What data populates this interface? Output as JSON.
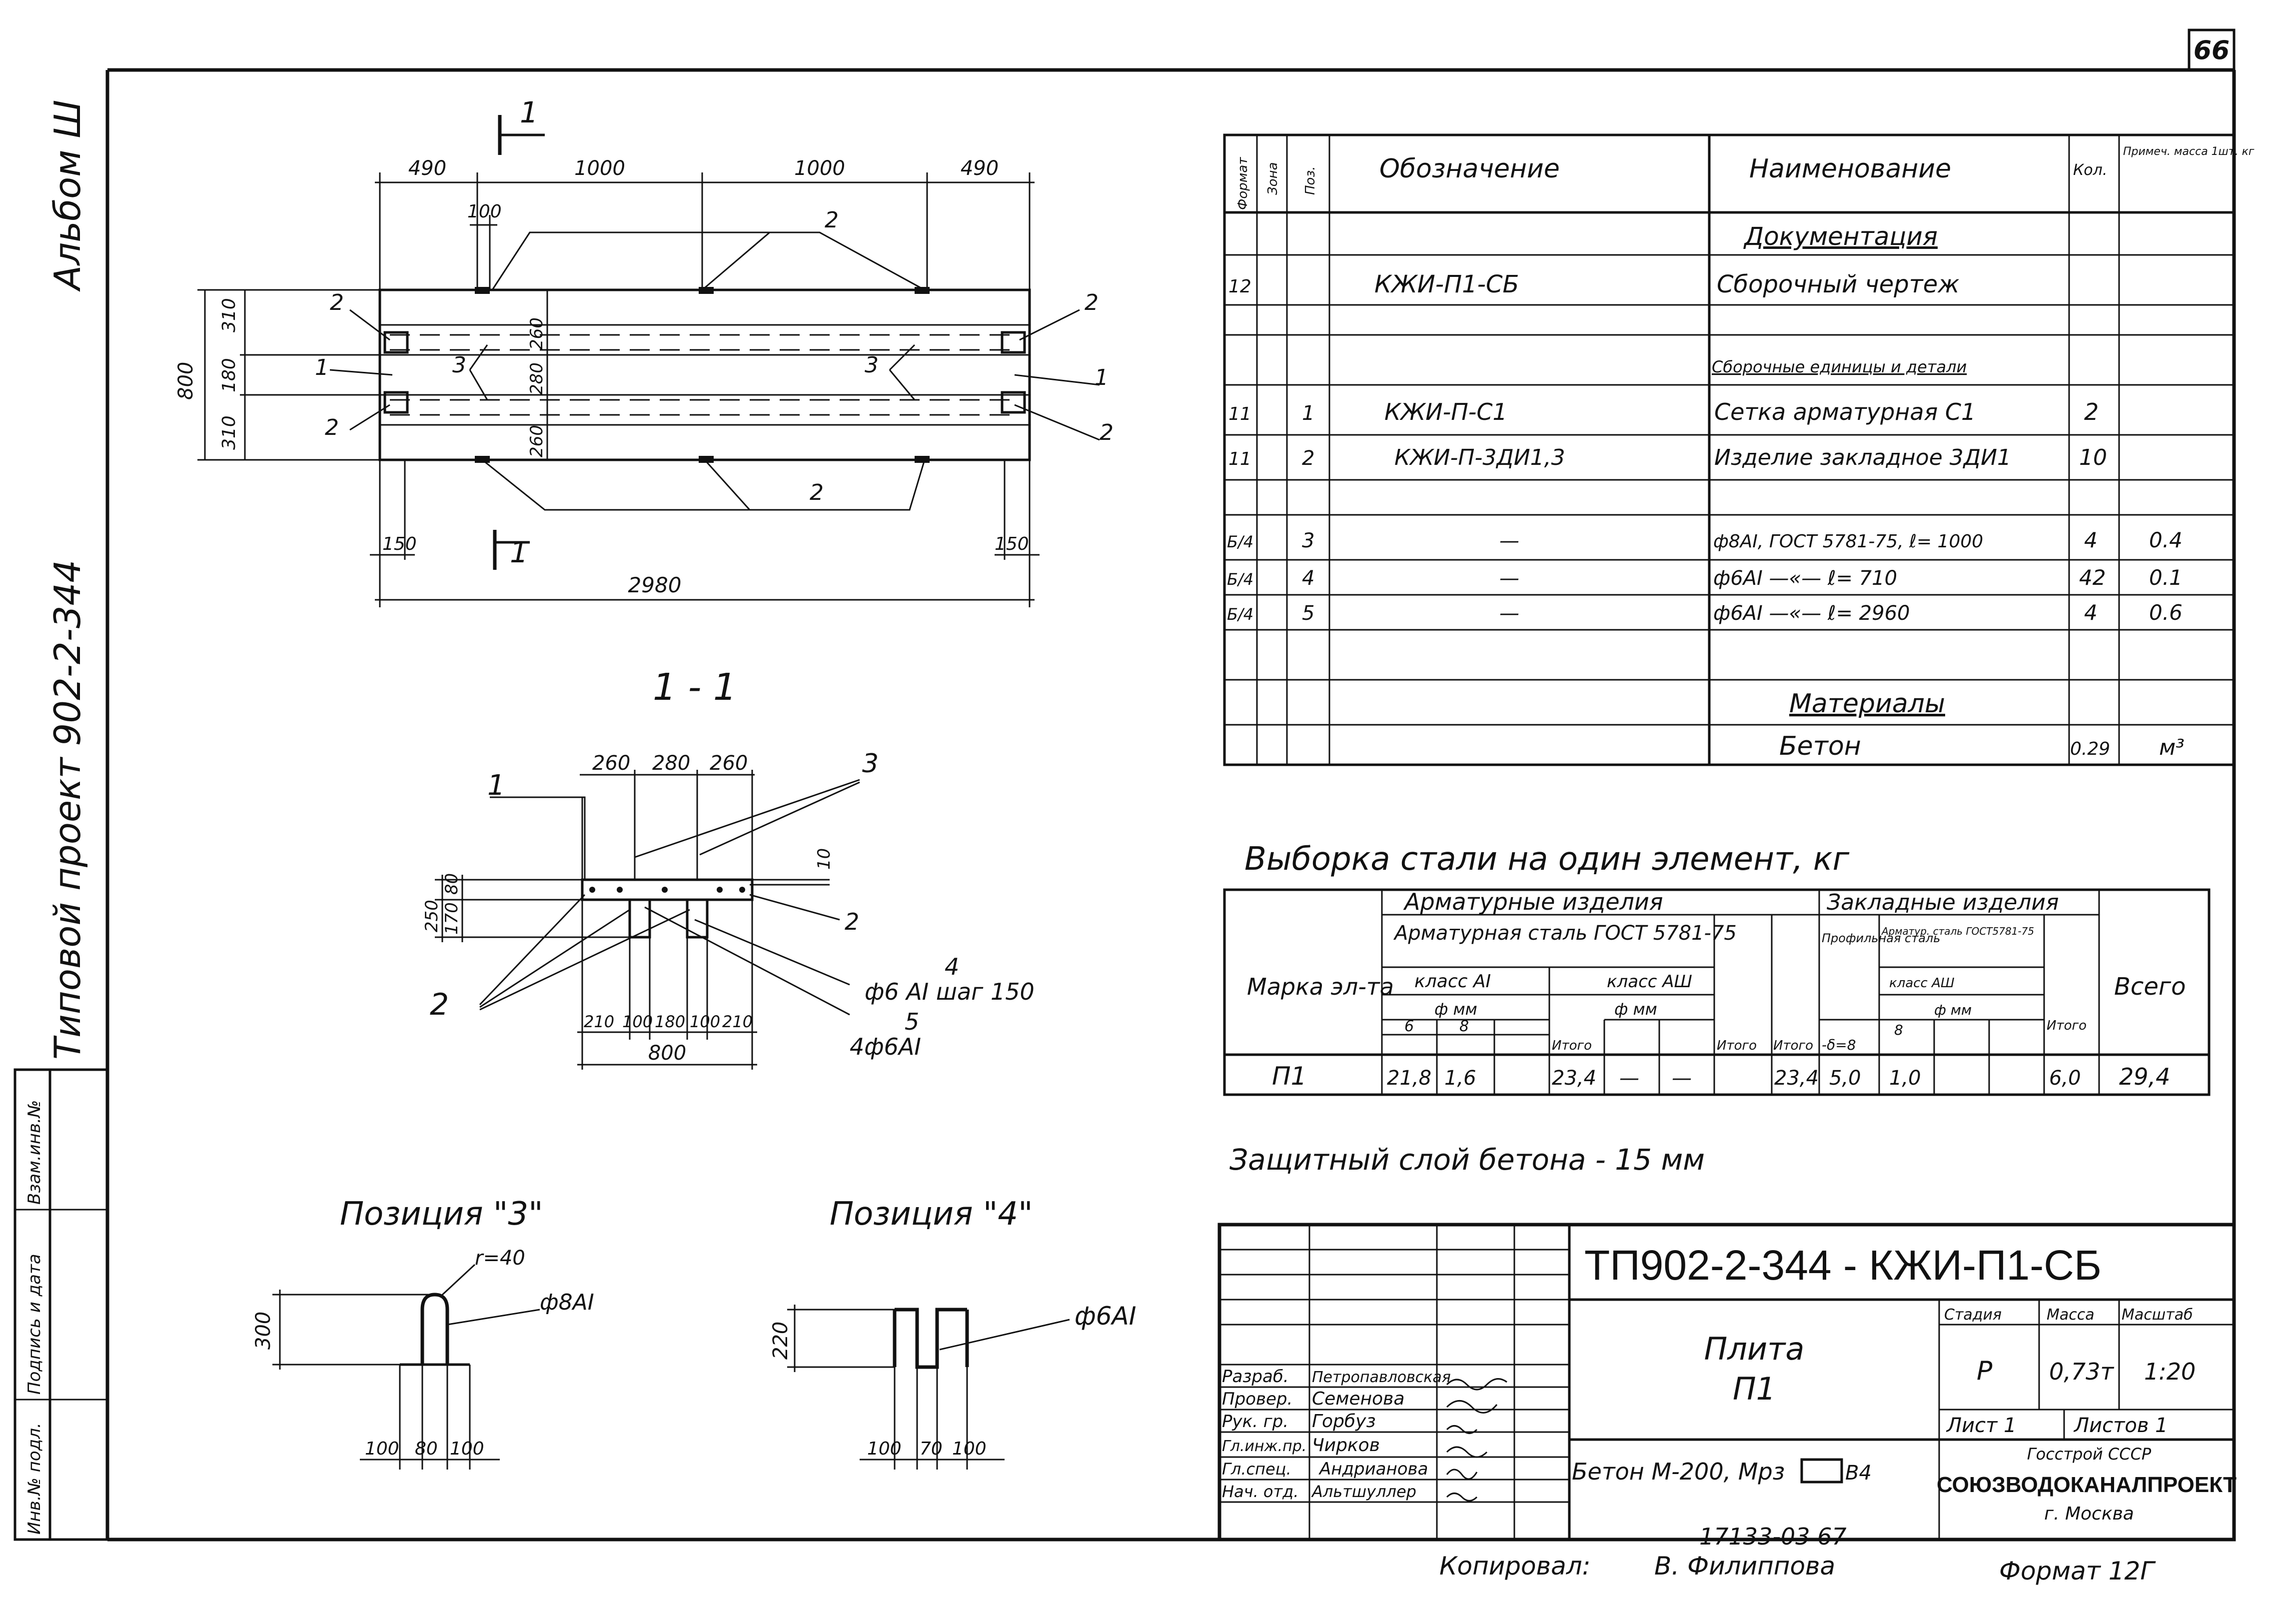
{
  "sheet": {
    "number": "66",
    "album": "Альбом Ш",
    "project": "Типовой проект 902-2-344",
    "side_stamp": [
      "Инв.№ подл.",
      "Подпись и дата",
      "Взам.инв.№"
    ],
    "copied": "Копировал:",
    "copier": "В. Филиппова",
    "format": "Формат 12Г",
    "archive": "17133-03   67"
  },
  "plan": {
    "section_mark": "1",
    "dims_top": [
      "490",
      "1000",
      "1000",
      "490"
    ],
    "dim_100": "100",
    "dims_left": [
      "310",
      "180",
      "310"
    ],
    "dim_800": "800",
    "dims_mid": [
      "260",
      "280",
      "260"
    ],
    "dim_150": "150",
    "dim_total": "2980",
    "callouts": [
      "1",
      "2",
      "3"
    ]
  },
  "section": {
    "title": "1 - 1",
    "dims_top": [
      "260",
      "280",
      "260"
    ],
    "dim_10": "10",
    "dims_left": [
      "250",
      "170",
      "80"
    ],
    "dims_bottom": [
      "210",
      "100",
      "180",
      "100",
      "210"
    ],
    "dim_total": "800",
    "callouts": [
      "1",
      "2",
      "3",
      "4",
      "5",
      "2"
    ],
    "note_4": "ф6 АI шаг 150",
    "note_5": "4ф6АI"
  },
  "pos3": {
    "title": "Позиция \"3\"",
    "radius": "r=40",
    "rebar": "ф8АI",
    "height": "300",
    "dims": [
      "100",
      "80",
      "100"
    ]
  },
  "pos4": {
    "title": "Позиция \"4\"",
    "rebar": "ф6АI",
    "height": "220",
    "dims": [
      "100",
      "70",
      "100"
    ]
  },
  "spec": {
    "headers": [
      "Формат",
      "Зона",
      "Поз.",
      "Обозначение",
      "Наименование",
      "Кол.",
      "Примеч. масса 1шт. кг"
    ],
    "rows": [
      {
        "fmt": "",
        "zone": "",
        "pos": "",
        "code": "",
        "name": "Документация",
        "qty": "",
        "note": ""
      },
      {
        "fmt": "12",
        "zone": "",
        "pos": "",
        "code": "КЖИ-П1-СБ",
        "name": "Сборочный чертеж",
        "qty": "",
        "note": ""
      },
      {
        "fmt": "",
        "zone": "",
        "pos": "",
        "code": "",
        "name": "",
        "qty": "",
        "note": ""
      },
      {
        "fmt": "",
        "zone": "",
        "pos": "",
        "code": "",
        "name": "Сборочные единицы и детали",
        "qty": "",
        "note": ""
      },
      {
        "fmt": "11",
        "zone": "",
        "pos": "1",
        "code": "КЖИ-П-С1",
        "name": "Сетка арматурная С1",
        "qty": "2",
        "note": ""
      },
      {
        "fmt": "11",
        "zone": "",
        "pos": "2",
        "code": "КЖИ-П-3ДИ1,3",
        "name": "Изделие закладное 3ДИ1",
        "qty": "10",
        "note": ""
      },
      {
        "fmt": "",
        "zone": "",
        "pos": "",
        "code": "",
        "name": "",
        "qty": "",
        "note": ""
      },
      {
        "fmt": "Б/4",
        "zone": "",
        "pos": "3",
        "code": "—",
        "name": "ф8АI, ГОСТ 5781-75, ℓ= 1000",
        "qty": "4",
        "note": "0.4"
      },
      {
        "fmt": "Б/4",
        "zone": "",
        "pos": "4",
        "code": "—",
        "name": "ф6АI  —«—  ℓ= 710",
        "qty": "42",
        "note": "0.1"
      },
      {
        "fmt": "Б/4",
        "zone": "",
        "pos": "5",
        "code": "—",
        "name": "ф6АI  —«—  ℓ= 2960",
        "qty": "4",
        "note": "0.6"
      },
      {
        "fmt": "",
        "zone": "",
        "pos": "",
        "code": "",
        "name": "",
        "qty": "",
        "note": ""
      },
      {
        "fmt": "",
        "zone": "",
        "pos": "",
        "code": "",
        "name": "Материалы",
        "qty": "",
        "note": ""
      },
      {
        "fmt": "",
        "zone": "",
        "pos": "",
        "code": "",
        "name": "Бетон",
        "qty": "0.29",
        "note": "м³"
      }
    ]
  },
  "steel": {
    "title": "Выборка стали на один элемент, кг",
    "h_mark": "Марка эл-та",
    "h_arm": "Арматурные изделия",
    "h_emb": "Закладные изделия",
    "h_steel": "Арматурная сталь ГОСТ 5781-75",
    "h_a1": "класс АI",
    "h_a3": "класс АШ",
    "h_dmm": "ф мм",
    "h_prof": "Профильная сталь",
    "h_armst": "Арматур. сталь ГОСТ5781-75",
    "h_a3b": "класс АШ",
    "h_dmm2": "ф мм",
    "h_total": "Всего",
    "h_itogo": "Итого",
    "h_d6": "6",
    "h_d8": "8",
    "h_d8b": "8",
    "h_delta": "-δ=8",
    "row": [
      "П1",
      "21,8",
      "1,6",
      "",
      "23,4",
      "—",
      "—",
      "",
      "23,4",
      "5,0",
      "",
      "1,0",
      "",
      "6,0",
      "29,4"
    ]
  },
  "cover_note": "Защитный слой бетона - 15 мм",
  "stamp": {
    "code": "ТП902-2-344 - КЖИ-П1-СБ",
    "item": "Плита",
    "mark": "П1",
    "h_stage": "Стадия",
    "h_mass": "Масса",
    "h_scale": "Масштаб",
    "stage": "Р",
    "mass": "0,73т",
    "scale": "1:20",
    "sheet": "Лист 1",
    "sheets": "Листов 1",
    "material": "Бетон М-200, Мрз",
    "material_b": "В4",
    "org1": "Госстрой СССР",
    "org2": "СОЮЗВОДОКАНАЛПРОЕКТ",
    "org3": "г. Москва",
    "people": [
      {
        "role": "Разраб.",
        "name": "Петропавловская"
      },
      {
        "role": "Провер.",
        "name": "Семенова"
      },
      {
        "role": "Рук. гр.",
        "name": "Горбуз"
      },
      {
        "role": "Гл.инж.пр.",
        "name": "Чирков"
      },
      {
        "role": "Гл.спец.",
        "name": "Андрианова"
      },
      {
        "role": "Нач. отд.",
        "name": "Альтшуллер"
      }
    ]
  }
}
